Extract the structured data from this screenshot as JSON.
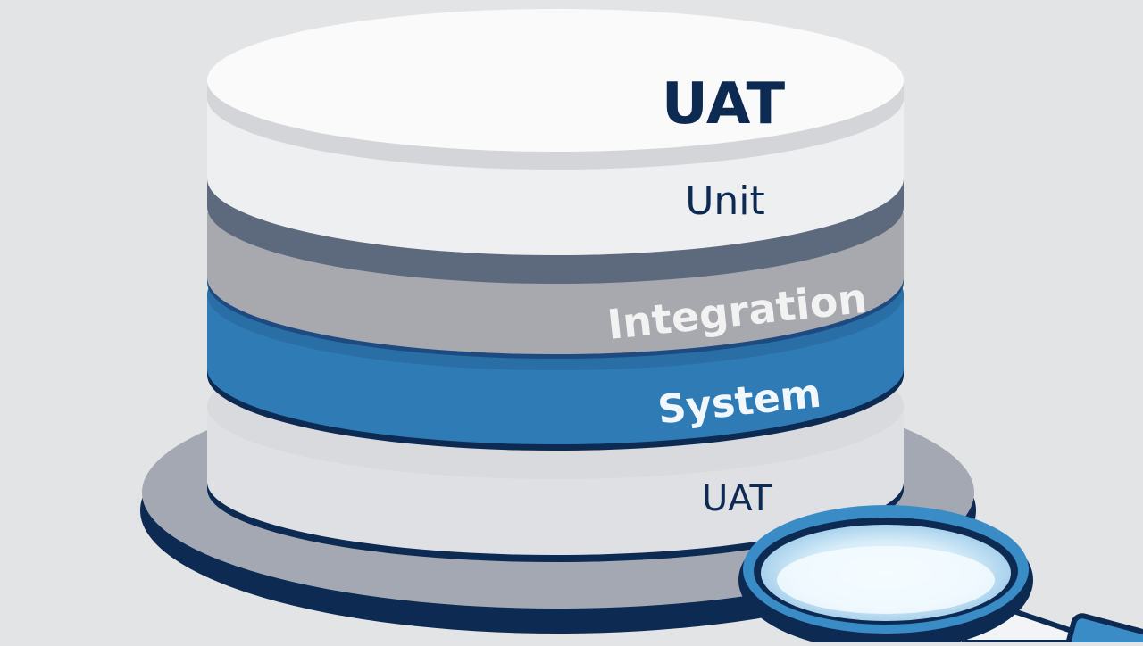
{
  "diagram": {
    "layers": [
      {
        "id": "top",
        "label": "UAT"
      },
      {
        "id": "unit",
        "label": "Unit"
      },
      {
        "id": "integration",
        "label": "Integration"
      },
      {
        "id": "system",
        "label": "System"
      },
      {
        "id": "uat",
        "label": "UAT"
      }
    ],
    "colors": {
      "background": "#e3e4e6",
      "navy": "#0d2a52",
      "white_layer": "#f4f4f5",
      "gray_layer": "#a7a9ae",
      "dark_gray": "#5d6a7d",
      "blue_layer": "#2f7bb5",
      "light_layer": "#dfe0e3",
      "base": "#a3a8b2",
      "lens_blue": "#3a8cc7"
    },
    "icons": [
      "magnifying-glass-icon"
    ]
  }
}
